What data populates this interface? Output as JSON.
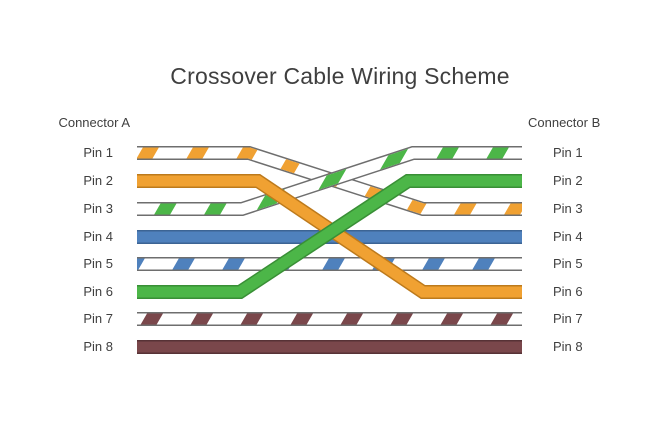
{
  "title": "Crossover Cable Wiring Scheme",
  "connector_a": {
    "label": "Connector A",
    "pins": [
      "Pin 1",
      "Pin 2",
      "Pin 3",
      "Pin 4",
      "Pin 5",
      "Pin 6",
      "Pin 7",
      "Pin 8"
    ]
  },
  "connector_b": {
    "label": "Connector B",
    "pins": [
      "Pin 1",
      "Pin 2",
      "Pin 3",
      "Pin 4",
      "Pin 5",
      "Pin 6",
      "Pin 7",
      "Pin 8"
    ]
  },
  "wiring": [
    {
      "pin_a": "Pin 1",
      "pin_b": "Pin 3",
      "wire": "white-orange striped"
    },
    {
      "pin_a": "Pin 2",
      "pin_b": "Pin 6",
      "wire": "solid orange"
    },
    {
      "pin_a": "Pin 3",
      "pin_b": "Pin 1",
      "wire": "white-green striped"
    },
    {
      "pin_a": "Pin 4",
      "pin_b": "Pin 4",
      "wire": "solid blue"
    },
    {
      "pin_a": "Pin 5",
      "pin_b": "Pin 5",
      "wire": "white-blue striped"
    },
    {
      "pin_a": "Pin 6",
      "pin_b": "Pin 2",
      "wire": "solid green"
    },
    {
      "pin_a": "Pin 7",
      "pin_b": "Pin 7",
      "wire": "white-brown striped"
    },
    {
      "pin_a": "Pin 8",
      "pin_b": "Pin 8",
      "wire": "solid brown"
    }
  ],
  "colors": {
    "orange": "#F0A132",
    "orange_dark": "#BD7A1C",
    "green": "#4CB648",
    "green_dark": "#398F36",
    "blue": "#4F81BD",
    "blue_dark": "#3C6494",
    "brown": "#7A474B",
    "brown_dark": "#573236",
    "white": "#FFFFFF",
    "outline": "#6E6E6E",
    "text": "#3F3F3F"
  }
}
